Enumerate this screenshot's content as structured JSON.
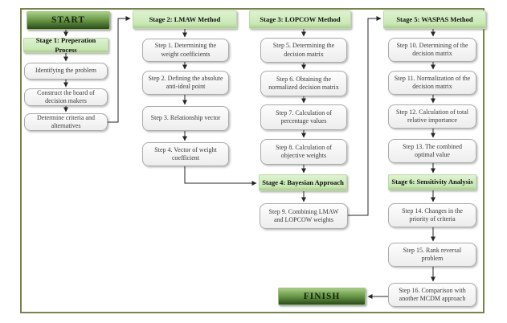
{
  "flow": {
    "start": "START",
    "finish": "FINISH",
    "stage1": {
      "title": "Stage 1: Preperation Process",
      "steps": [
        "Identifying the problem",
        "Construct the board of decision makers",
        "Determine criteria and alternatives"
      ]
    },
    "stage2": {
      "title": "Stage 2: LMAW Method",
      "steps": [
        "Step 1. Determining the weight coefficients",
        "Step 2. Defining the absolute anti-ideal point",
        "Step 3. Relationship vector",
        "Step 4. Vector of weight coefficient"
      ]
    },
    "stage3": {
      "title": "Stage 3: LOPCOW Method",
      "steps": [
        "Step 5. Determining the decision matrix",
        "Step 6. Obtaining the normalized decision matrix",
        "Step 7. Calculation of percentage values",
        "Step 8. Calculation of objective weights"
      ]
    },
    "stage4": {
      "title": "Stage 4: Bayesian Approach",
      "steps": [
        "Step 9. Combining LMAW and LOPCOW weights"
      ]
    },
    "stage5": {
      "title": "Stage 5: WASPAS Method",
      "steps": [
        "Step 10. Determining of the decision matrix",
        "Step 11. Normalization of the decision matrix",
        "Step 12. Calculation of total relative importance",
        "Step 13. The combined optimal value"
      ]
    },
    "stage6": {
      "title": "Stage 6: Sensitivity Analysis",
      "steps": [
        "Step 14. Changes in the priority of criteria",
        "Step 15.  Rank reversal problem",
        "Step 16. Comparison with another MCDM approach"
      ]
    }
  },
  "colors": {
    "frame_border": "#76844e",
    "stage_header_green": "#c9e8b4",
    "terminal_gradient_top": "#a7ce85",
    "terminal_gradient_bottom": "#2c491b",
    "step_fill": "#f2f2f2",
    "connector": "#262626"
  }
}
